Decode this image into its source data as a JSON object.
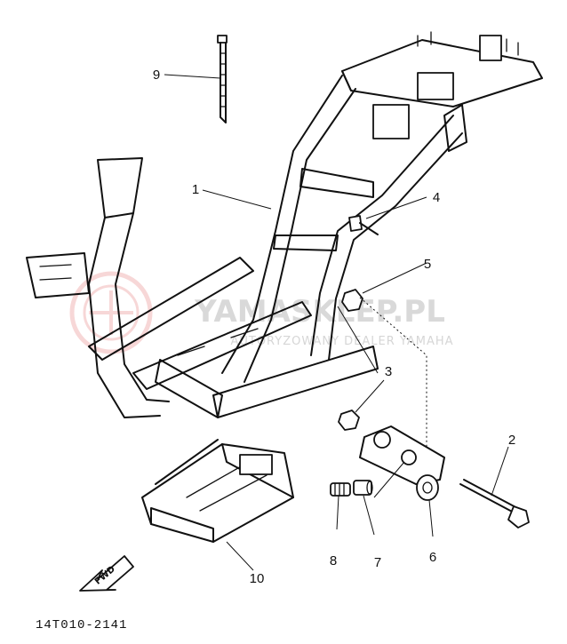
{
  "watermark": {
    "brand": "YAMASKLEP.PL",
    "tagline": "AUTORYZOWANY DEALER YAMAHA",
    "logo_color": "#f2b8b8",
    "text_color": "#d9d9d9"
  },
  "callouts": {
    "c1": "1",
    "c2": "2",
    "c3": "3",
    "c4": "4",
    "c5": "5",
    "c6": "6",
    "c7": "7",
    "c8": "8",
    "c9": "9",
    "c10": "10"
  },
  "fwd_label": "FWD",
  "diagram_code": "14T010-2141"
}
